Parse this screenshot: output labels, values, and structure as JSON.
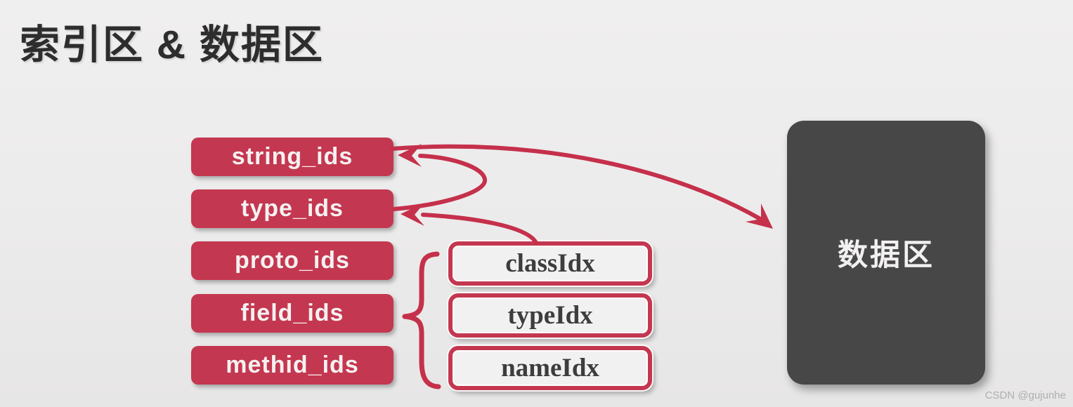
{
  "title": "索引区 & 数据区",
  "index_area": {
    "boxes": [
      {
        "label": "string_ids"
      },
      {
        "label": "type_ids"
      },
      {
        "label": "proto_ids"
      },
      {
        "label": "field_ids"
      },
      {
        "label": "methid_ids"
      }
    ]
  },
  "field_detail": {
    "boxes": [
      {
        "label": "classIdx"
      },
      {
        "label": "typeIdx"
      },
      {
        "label": "nameIdx"
      }
    ]
  },
  "data_area": {
    "label": "数据区"
  },
  "watermark": "CSDN @gujunhe",
  "connectors": [
    {
      "name": "arrow-string-ids-to-data-area",
      "from": "string_ids",
      "to": "数据区"
    },
    {
      "name": "arrow-type-ids-to-string-ids",
      "from": "type_ids",
      "to": "string_ids"
    },
    {
      "name": "arrow-classidx-to-type-ids",
      "from": "classIdx",
      "to": "type_ids"
    },
    {
      "name": "brace-field-ids-group",
      "from": "field_ids",
      "to": "classIdx, typeIdx, nameIdx"
    }
  ],
  "colors": {
    "background": "#ECEBEB",
    "accent_red": "#C43750",
    "dark_box": "#474747",
    "box_text_light": "#F4F1F1",
    "idx_text_dark": "#3D3D3D",
    "title_text": "#2D2D2D",
    "watermark_text": "#AFAFAF"
  }
}
